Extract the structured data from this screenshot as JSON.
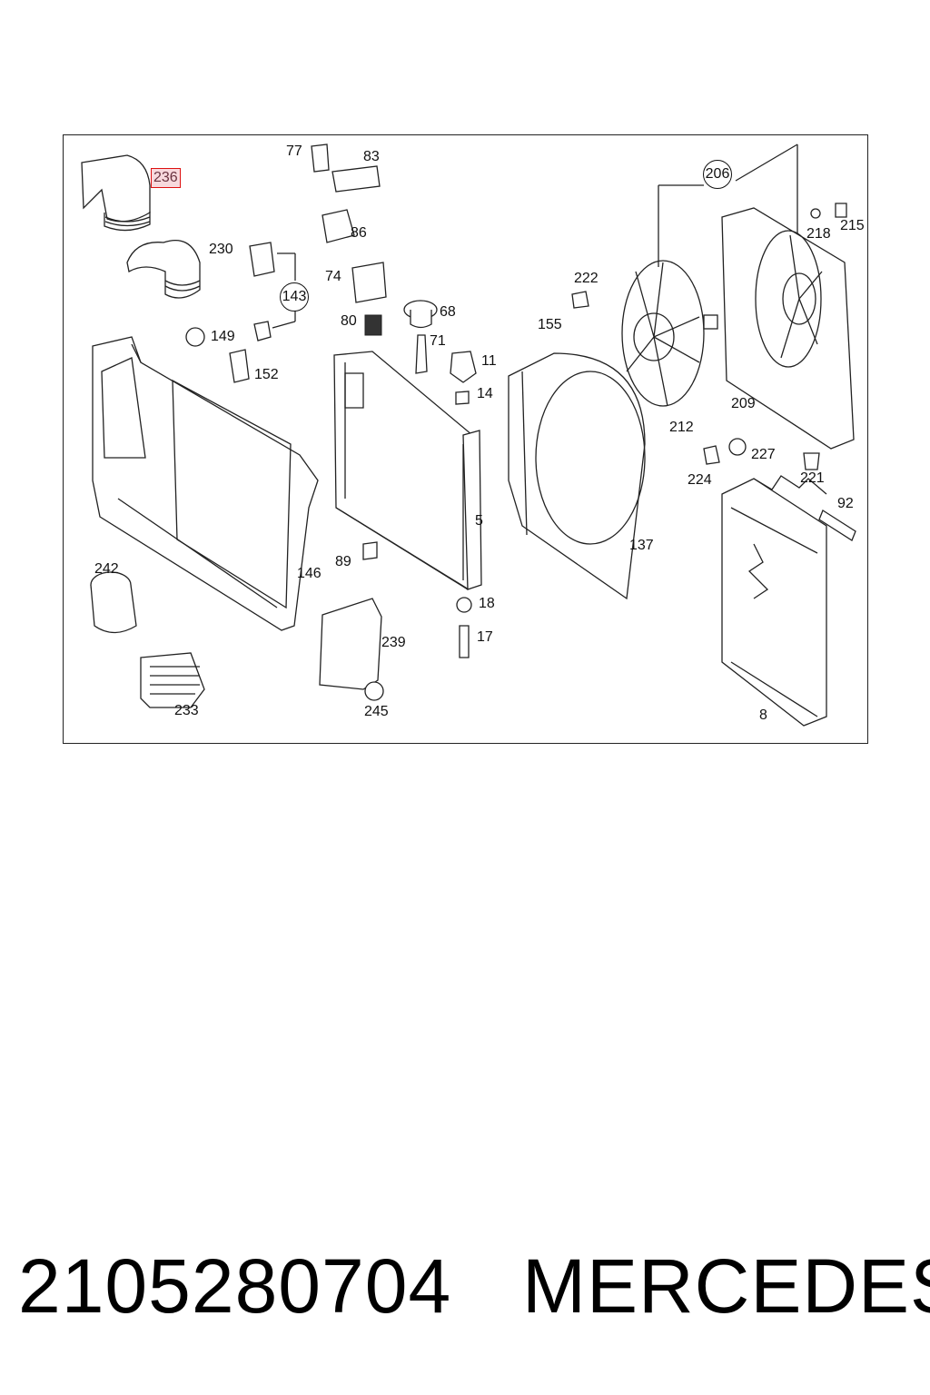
{
  "diagram": {
    "highlighted_part": "236",
    "callouts": [
      {
        "id": "236",
        "text": "236"
      },
      {
        "id": "230",
        "text": "230"
      },
      {
        "id": "77",
        "text": "77"
      },
      {
        "id": "83",
        "text": "83"
      },
      {
        "id": "86",
        "text": "86"
      },
      {
        "id": "143",
        "text": "143"
      },
      {
        "id": "74",
        "text": "74"
      },
      {
        "id": "80",
        "text": "80"
      },
      {
        "id": "68",
        "text": "68"
      },
      {
        "id": "71",
        "text": "71"
      },
      {
        "id": "11",
        "text": "11"
      },
      {
        "id": "14",
        "text": "14"
      },
      {
        "id": "149",
        "text": "149"
      },
      {
        "id": "152",
        "text": "152"
      },
      {
        "id": "222",
        "text": "222"
      },
      {
        "id": "155",
        "text": "155"
      },
      {
        "id": "206",
        "text": "206"
      },
      {
        "id": "218",
        "text": "218"
      },
      {
        "id": "215",
        "text": "215"
      },
      {
        "id": "209",
        "text": "209"
      },
      {
        "id": "212",
        "text": "212"
      },
      {
        "id": "227",
        "text": "227"
      },
      {
        "id": "224",
        "text": "224"
      },
      {
        "id": "221",
        "text": "221"
      },
      {
        "id": "92",
        "text": "92"
      },
      {
        "id": "5",
        "text": "5"
      },
      {
        "id": "137",
        "text": "137"
      },
      {
        "id": "146",
        "text": "146"
      },
      {
        "id": "89",
        "text": "89"
      },
      {
        "id": "18",
        "text": "18"
      },
      {
        "id": "17",
        "text": "17"
      },
      {
        "id": "242",
        "text": "242"
      },
      {
        "id": "239",
        "text": "239"
      },
      {
        "id": "233",
        "text": "233"
      },
      {
        "id": "245",
        "text": "245"
      },
      {
        "id": "8",
        "text": "8"
      }
    ]
  },
  "footer": {
    "part_number": "2105280704",
    "brand": "MERCEDES"
  }
}
